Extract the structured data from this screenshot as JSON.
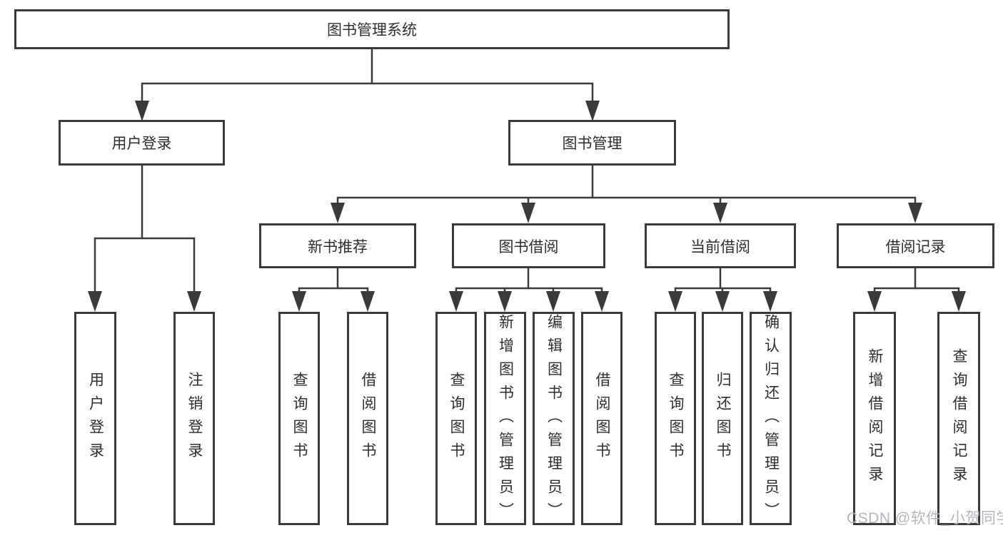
{
  "diagram": {
    "root": "图书管理系统",
    "level2": {
      "user_login": "用户登录",
      "book_mgmt": "图书管理"
    },
    "level3": {
      "new_book_rec": "新书推荐",
      "book_borrow": "图书借阅",
      "current_borrow": "当前借阅",
      "borrow_records": "借阅记录"
    },
    "leaves": {
      "user_login": "用户登录",
      "logout": "注销登录",
      "rec_query_books": "查询图书",
      "rec_borrow_books": "借阅图书",
      "bb_query_books": "查询图书",
      "bb_add_books": "新增图书（管理员）",
      "bb_edit_books": "编辑图书（管理员）",
      "bb_borrow_books": "借阅图书",
      "cb_query_books": "查询图书",
      "cb_return_books": "归还图书",
      "cb_confirm_return": "确认归还（管理员）",
      "br_add_record": "新增借阅记录",
      "br_query_record": "查询借阅记录"
    }
  },
  "watermark": {
    "text": "CSDN @软件_小贺同学",
    "color": "#b2b2b8"
  },
  "colors": {
    "line": "#3a3a3a",
    "box_border": "#3a3a3a",
    "box_fill": "#ffffff",
    "text": "#2e2e2e",
    "background": "#ffffff"
  }
}
